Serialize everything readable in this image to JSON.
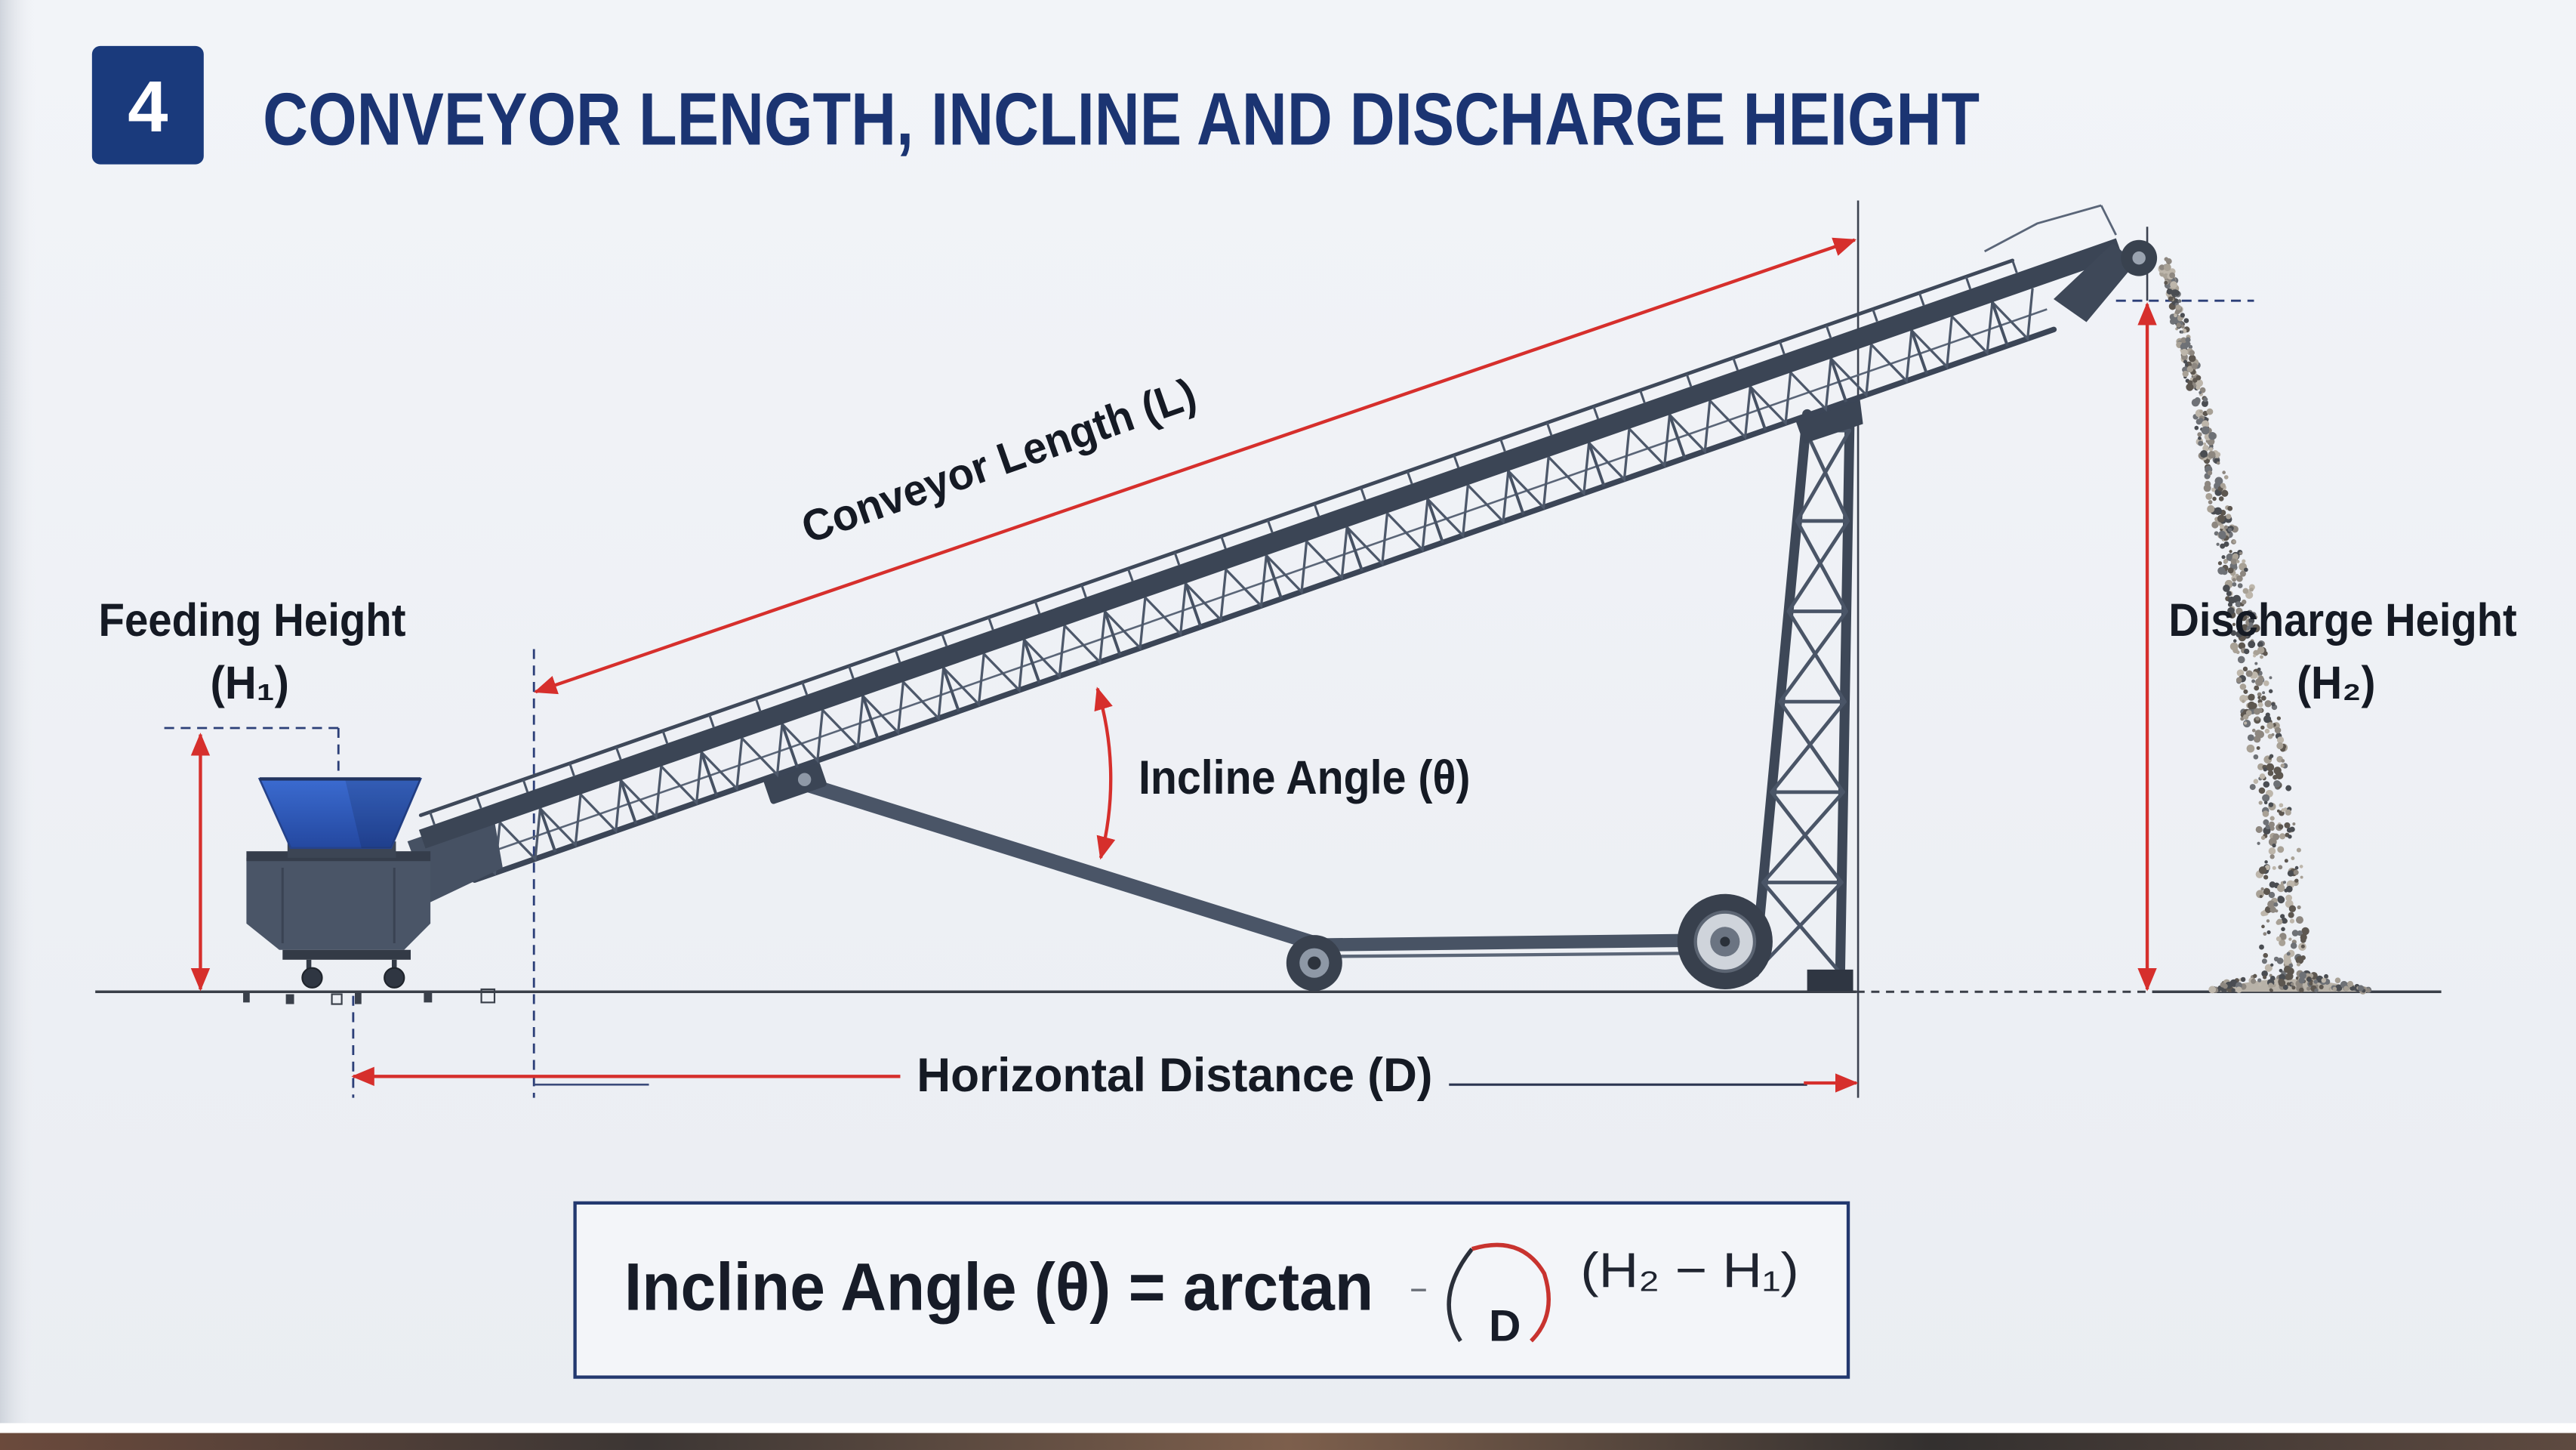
{
  "badge": {
    "number": "4"
  },
  "title": "CONVEYOR LENGTH, INCLINE AND DISCHARGE HEIGHT",
  "labels": {
    "conveyor_length": "Conveyor Length (L)",
    "feeding_height": "Feeding Height",
    "feeding_height_symbol": "(H₁)",
    "discharge_height": "Discharge Height",
    "discharge_height_symbol": "(H₂)",
    "incline_angle": "Incline Angle (θ)",
    "horizontal_distance": "Horizontal Distance (D)"
  },
  "formula": {
    "lhs": "Incline Angle (θ) = arctan",
    "numerator": "(H₂ − H₁)",
    "denominator": "D"
  },
  "colors": {
    "badge_blue": "#1a3a7c",
    "title_navy": "#1b3472",
    "dimension_red": "#d62f2c",
    "hopper_blue": "#3b6bd0",
    "frame_gray": "#434e5f"
  }
}
